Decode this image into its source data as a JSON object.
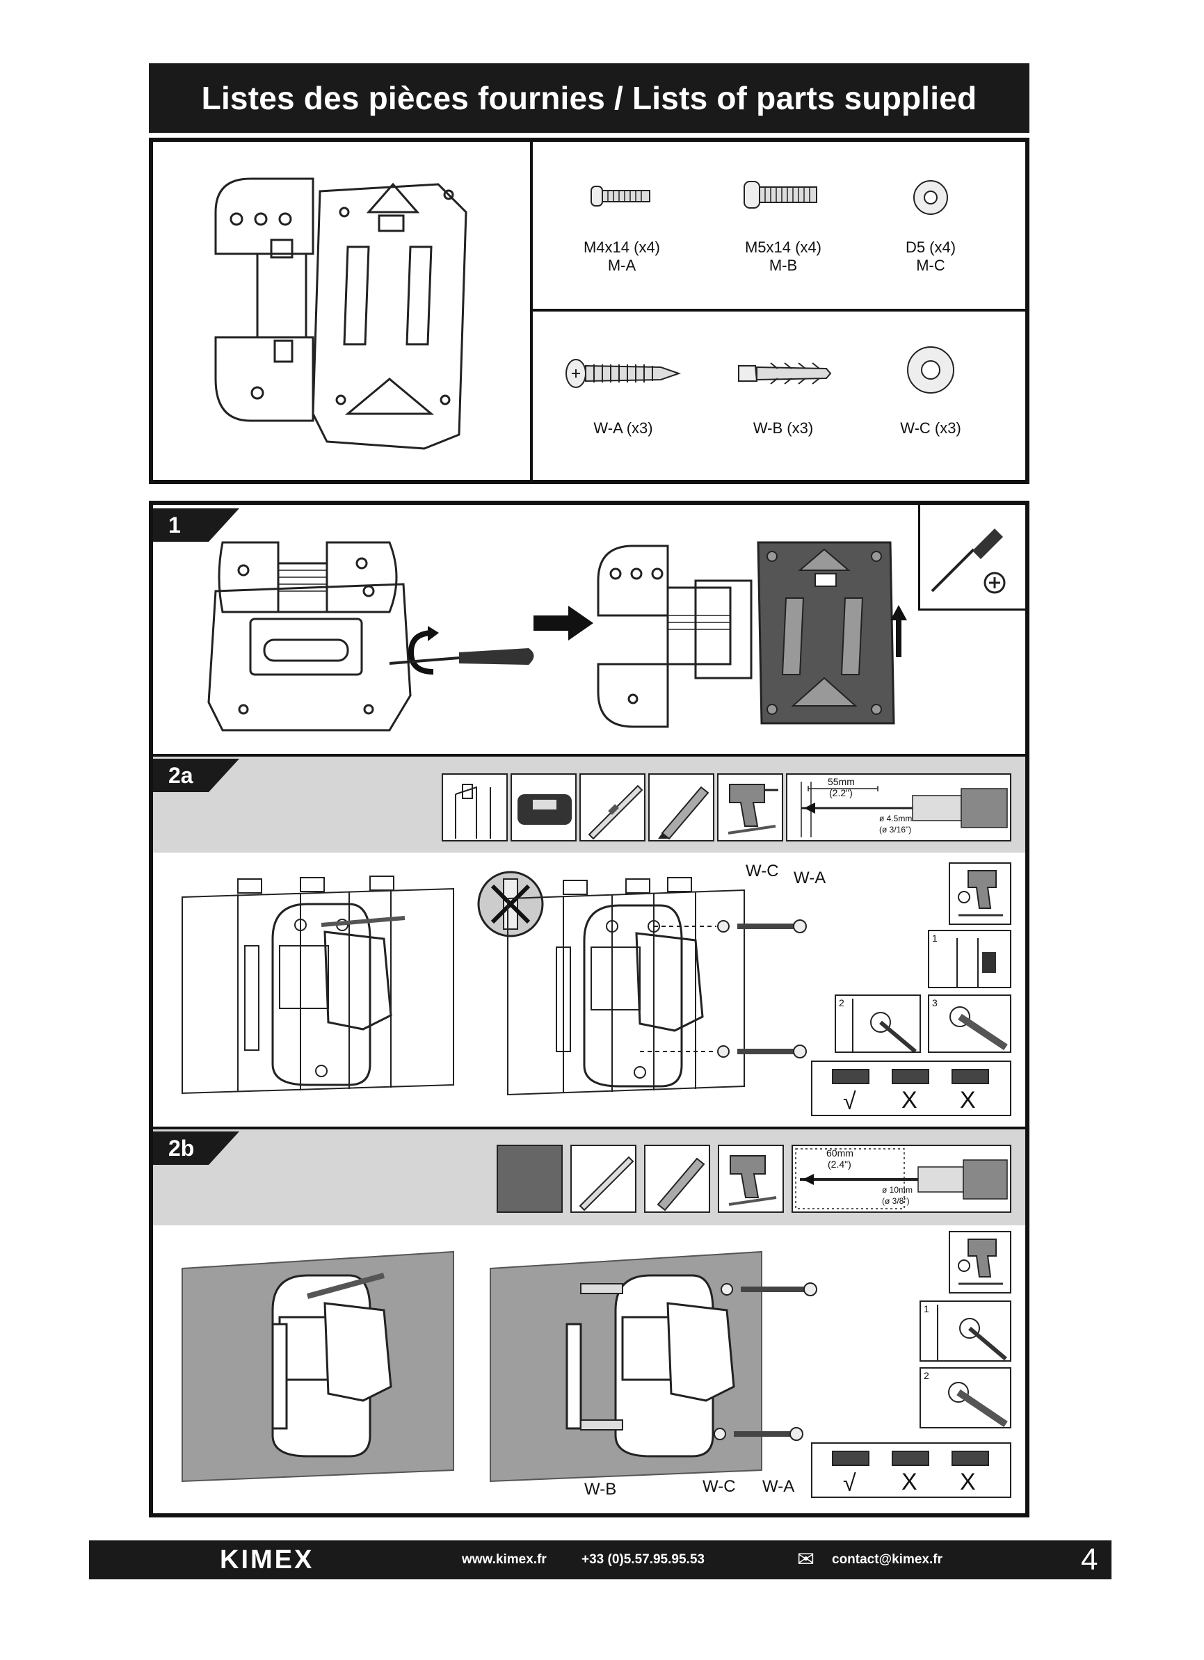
{
  "header": {
    "title": "Listes des pièces fournies / Lists of parts supplied"
  },
  "parts": {
    "row1": [
      {
        "size": "M4x14 (x4)",
        "code": "M-A"
      },
      {
        "size": "M5x14 (x4)",
        "code": "M-B"
      },
      {
        "size": "D5 (x4)",
        "code": "M-C"
      }
    ],
    "row2": [
      {
        "label": "W-A (x3)"
      },
      {
        "label": "W-B (x3)"
      },
      {
        "label": "W-C (x3)"
      }
    ]
  },
  "steps": {
    "s1": {
      "number": "1"
    },
    "s2a": {
      "number": "2a",
      "drill_depth": "55mm",
      "drill_depth_in": "(2.2\")",
      "drill_diam": "ø 4.5mm",
      "drill_diam_in": "(ø 3/16\")",
      "callout_wc": "W-C",
      "callout_wa": "W-A",
      "sub1": "1",
      "sub2": "2",
      "sub3": "3",
      "check": "√",
      "cross1": "X",
      "cross2": "X"
    },
    "s2b": {
      "number": "2b",
      "drill_depth": "60mm",
      "drill_depth_in": "(2.4\")",
      "drill_diam": "ø 10mm",
      "drill_diam_in": "(ø 3/8\")",
      "callout_wb": "W-B",
      "callout_wc": "W-C",
      "callout_wa": "W-A",
      "sub1": "1",
      "sub2": "2",
      "check": "√",
      "cross1": "X",
      "cross2": "X"
    }
  },
  "footer": {
    "brand": "Kimex",
    "website": "www.kimex.fr",
    "phone": "+33 (0)5.57.95.95.53",
    "email": "contact@kimex.fr",
    "page_number": "4"
  }
}
